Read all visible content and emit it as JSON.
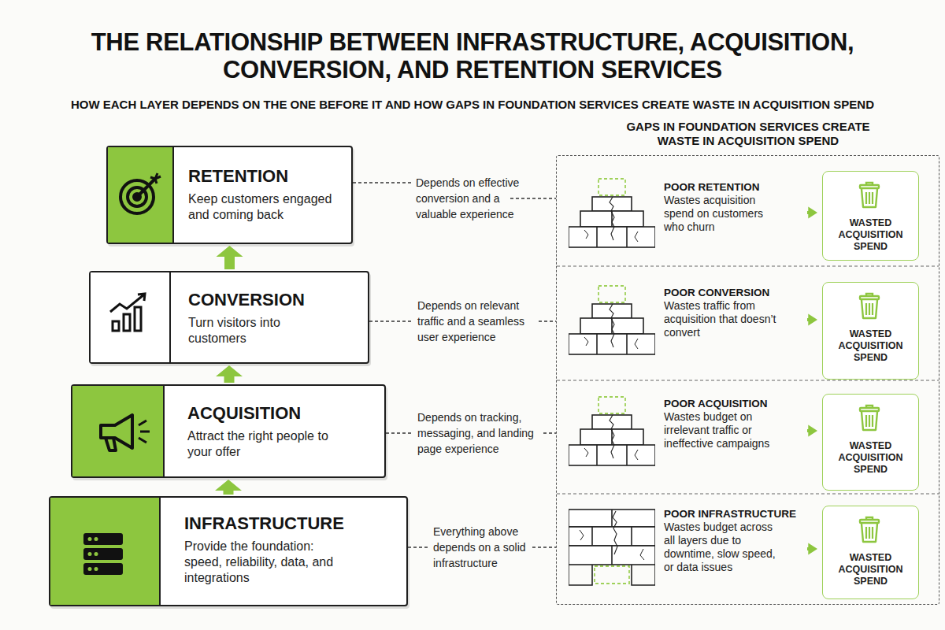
{
  "diagram": {
    "title": "THE RELATIONSHIP BETWEEN INFRASTRUCTURE, ACQUISITION, CONVERSION, AND RETENTION SERVICES",
    "nodes": [
      {
        "text": [
          "RETENTION",
          "Keep customers engaged and coming back"
        ]
      },
      {
        "text": [
          "CONVERSION",
          "Turn visitors into customers"
        ]
      },
      {
        "text": [
          "ACQUISITION",
          "Attract the right people to your offer"
        ]
      },
      {
        "text": [
          "INFRASTRUCTURE",
          "Provide the foundation: speed, reliability, data, and integrations"
        ]
      },
      {
        "text": [
          "GAPS IN FOUNDATION SERVICES CREATE WASTE IN ACQUISITION SPEND"
        ]
      },
      {
        "text": [
          "POOR RETENTION",
          "Wastes acquisition spend on customers who churn"
        ],
        "in": 4
      },
      {
        "text": [
          "WASTED ACQUISITION SPEND"
        ],
        "in": 4
      },
      {
        "text": [
          "POOR CONVERSION",
          "Wastes traffic from acquisition that doesn’t convert"
        ],
        "in": 4
      },
      {
        "text": [
          "WASTED ACQUISITION SPEND"
        ],
        "in": 4
      },
      {
        "text": [
          "POOR ACQUISITION",
          "Wastes budget on irrelevant traffic or ineffective campaigns"
        ],
        "in": 4
      },
      {
        "text": [
          "WASTED ACQUISITION SPEND"
        ],
        "in": 4
      },
      {
        "text": [
          "POOR INFRASTRUCTURE",
          "Wastes budget across all layers due to downtime, slow speed, or data issues"
        ],
        "in": 4
      },
      {
        "text": [
          "WASTED ACQUISITION SPEND"
        ],
        "in": 4
      }
    ],
    "edges": [
      {
        "from": 3,
        "to": 2,
        "arrow": "to"
      },
      {
        "from": 2,
        "to": 1,
        "arrow": "to"
      },
      {
        "from": 1,
        "to": 0,
        "arrow": "to"
      },
      {
        "from": 5,
        "to": 6,
        "arrow": "to"
      },
      {
        "from": 7,
        "to": 8,
        "arrow": "to"
      },
      {
        "from": 9,
        "to": 10,
        "arrow": "to"
      },
      {
        "from": 11,
        "to": 12,
        "arrow": "to"
      }
    ],
    "labels": [
      "HOW EACH LAYER DEPENDS ON THE ONE BEFORE IT AND HOW GAPS IN FOUNDATION SERVICES CREATE WASTE IN ACQUISITION SPEND",
      "Depends on effective conversion and a valuable experience",
      "Depends on relevant traffic and a seamless user experience",
      "Depends on tracking, messaging, and landing page experience",
      "Everything above depends on a solid infrastructure"
    ]
  }
}
